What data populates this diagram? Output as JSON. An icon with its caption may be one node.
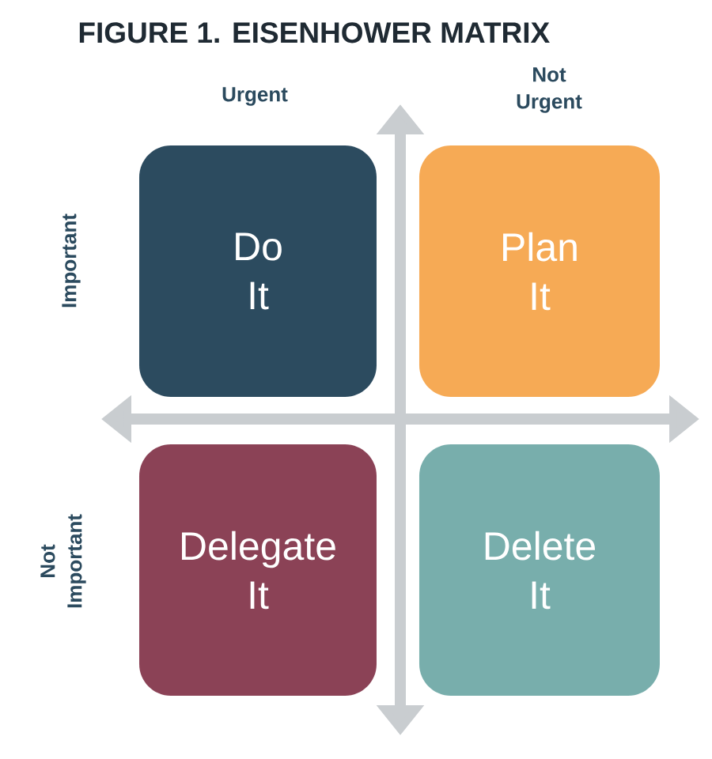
{
  "diagram": {
    "title": "FIGURE 1. EISENHOWER MATRIX",
    "nodes": [
      {
        "text": [
          "Do It"
        ]
      },
      {
        "text": [
          "Plan It"
        ]
      },
      {
        "text": [
          "Delegate It"
        ]
      },
      {
        "text": [
          "Delete It"
        ]
      }
    ],
    "labels": [
      "Urgent",
      "Not Urgent",
      "Important",
      "Not Important"
    ]
  }
}
